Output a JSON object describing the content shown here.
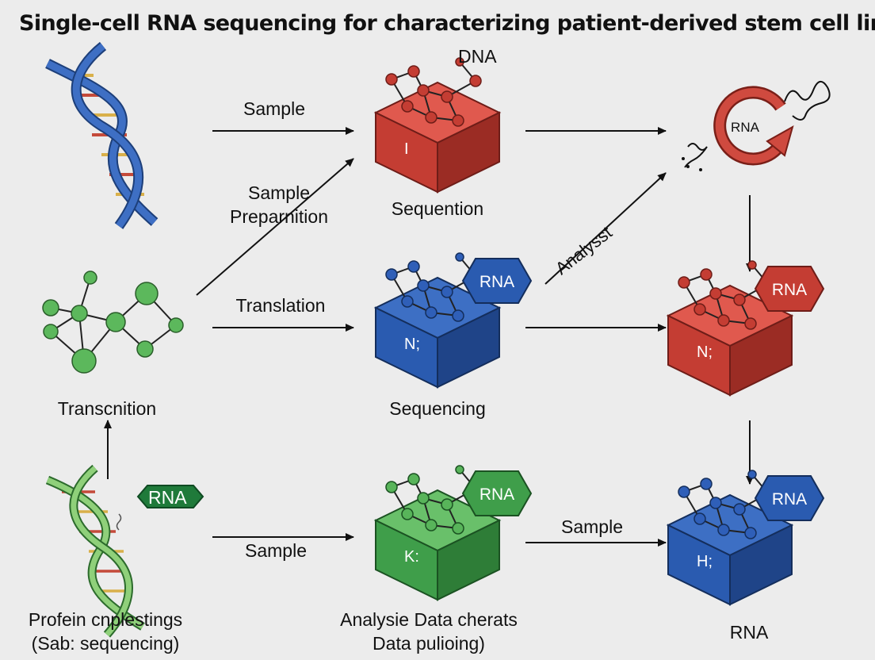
{
  "title": "Single-cell RNA sequencing for characterizing patient-derived stem cell lines",
  "labels": {
    "dna_top": "DNA",
    "sample_top": "Sample",
    "sample_prep_line1": "Sample",
    "sample_prep_line2": "Preparnition",
    "sequention": "Sequention",
    "analysst": "Analysst",
    "translation": "Translation",
    "transcnition": "Transcnition",
    "sequencing": "Sequencing",
    "sample_bottom": "Sample",
    "sample_bottom_right": "Sample",
    "protein_line1": "Profein cnplestings",
    "protein_line2": "(Sab: sequencing)",
    "analysie_line1": "Analysie Data cherats",
    "analysie_line2": "Data pulioing)",
    "rna_bottom": "RNA"
  },
  "boxes": {
    "top_mid": {
      "face": "I",
      "color": "red"
    },
    "mid_mid": {
      "face": "N;",
      "tag": "RNA",
      "color": "blue"
    },
    "mid_right": {
      "face": "N;",
      "tag": "RNA",
      "color": "red"
    },
    "bot_mid": {
      "face": "K:",
      "tag": "RNA",
      "color": "green"
    },
    "bot_right": {
      "face": "H;",
      "tag": "RNA",
      "color": "blue"
    }
  },
  "cycle": {
    "label": "RNA"
  },
  "rna_badge": "RNA",
  "icons": {
    "dna_helix_blue": "dna-helix-icon",
    "molecule_network": "molecule-network-icon",
    "dna_helix_green": "dna-helix-icon",
    "rna_cycle": "rna-cycle-icon"
  },
  "colors": {
    "red": "#c43d33",
    "blue": "#2a5bb0",
    "green": "#3f9e4a",
    "dark_green": "#1f7a3a",
    "background": "#ececec"
  }
}
